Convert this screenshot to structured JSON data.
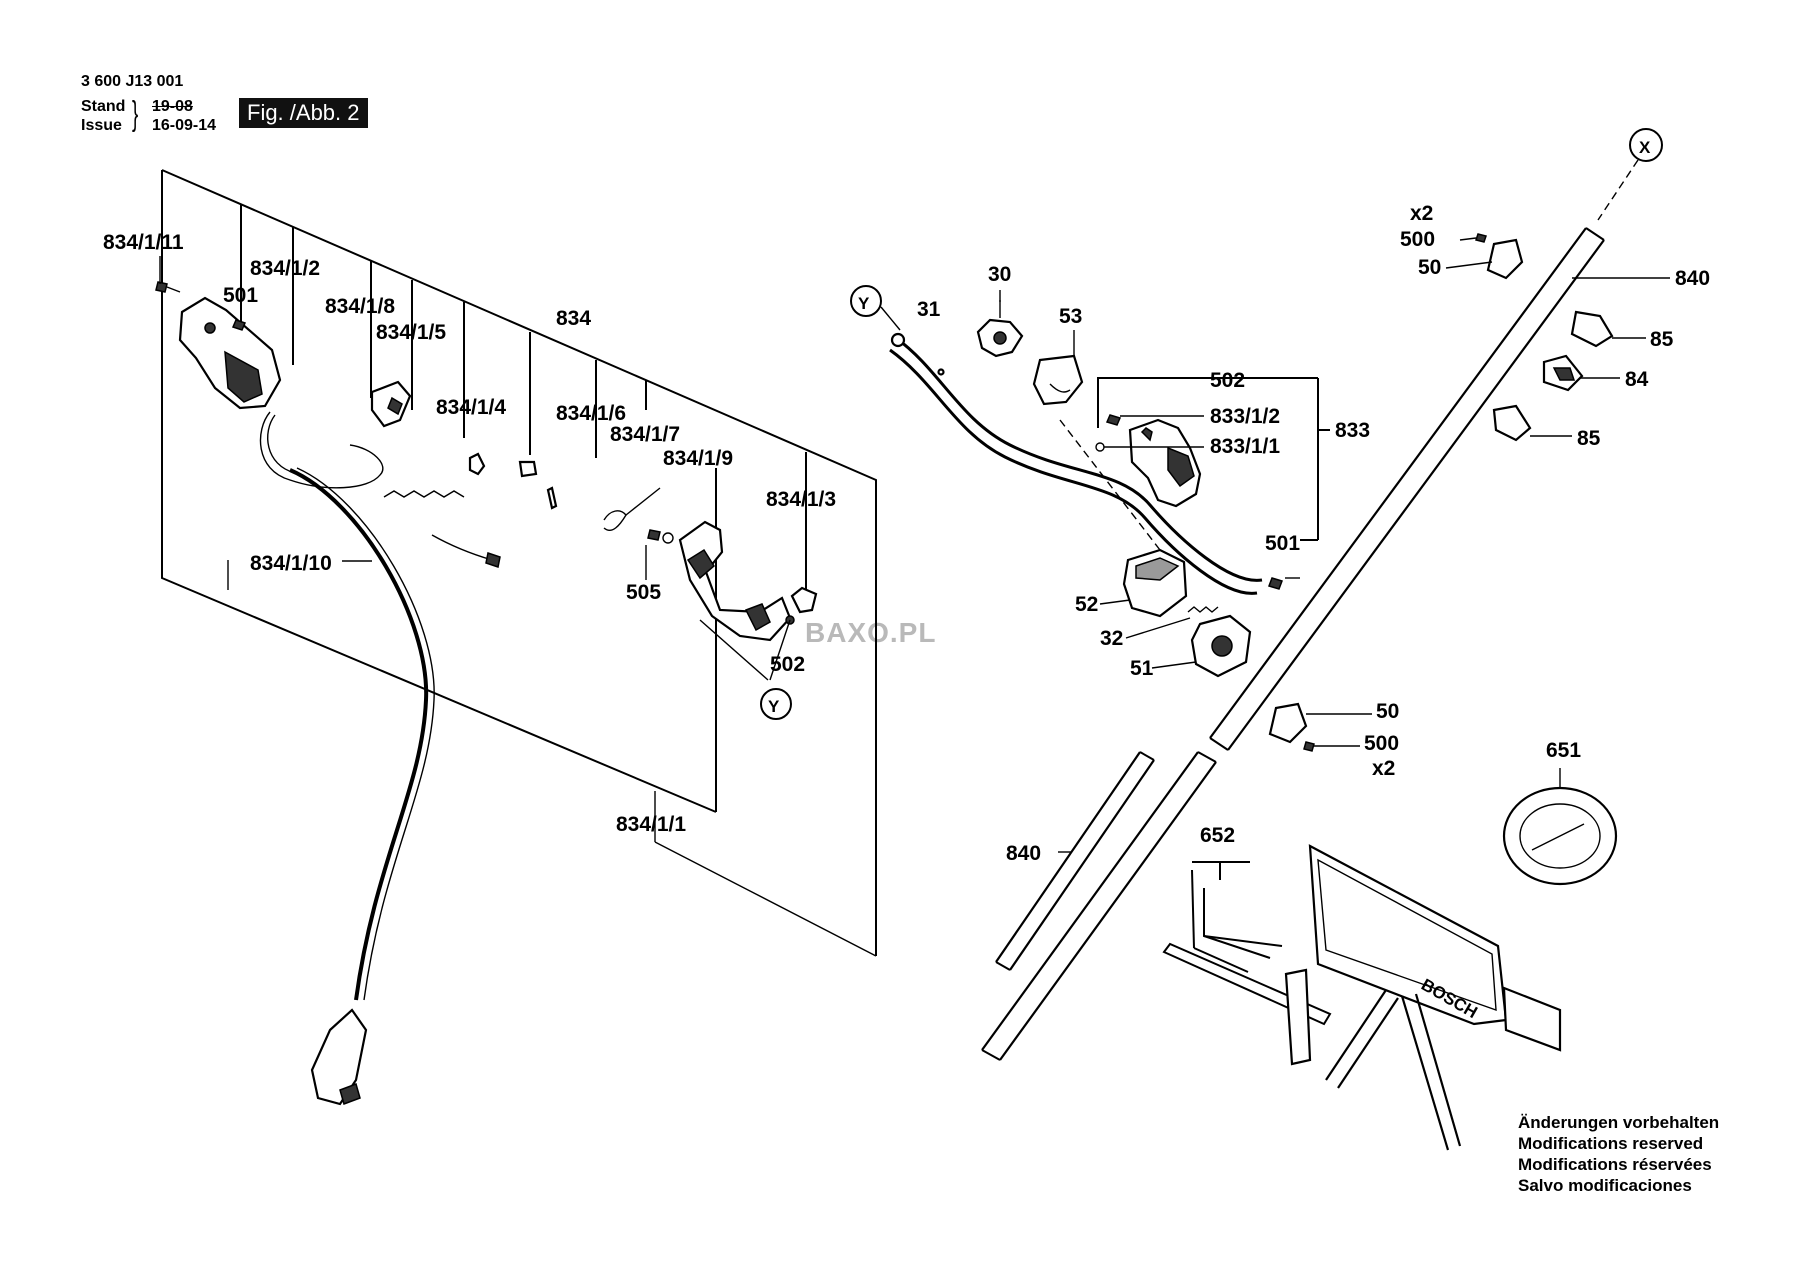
{
  "header": {
    "doc_number": "3 600 J13 001",
    "stand_label": "Stand",
    "issue_label": "Issue",
    "stand_value": "19-08",
    "issue_value": "16-09-14",
    "fig_label": "Fig. /Abb. 2"
  },
  "labels": {
    "p834_1_11": "834/1/11",
    "p501_a": "501",
    "p834_1_2": "834/1/2",
    "p834_1_8": "834/1/8",
    "p834_1_5": "834/1/5",
    "p834": "834",
    "p834_1_4": "834/1/4",
    "p834_1_6": "834/1/6",
    "p834_1_7": "834/1/7",
    "p834_1_9": "834/1/9",
    "p834_1_3": "834/1/3",
    "p834_1_10": "834/1/10",
    "p505": "505",
    "p502_a": "502",
    "p834_1_1": "834/1/1",
    "ref_y_a": "Y",
    "ref_y_b": "Y",
    "ref_x": "X",
    "p31": "31",
    "p30": "30",
    "p53": "53",
    "p502_b": "502",
    "p833_1_2": "833/1/2",
    "p833_1_1": "833/1/1",
    "p833": "833",
    "p501_b": "501",
    "p52": "52",
    "p32": "32",
    "p51": "51",
    "x2_top": "x2",
    "p500_top": "500",
    "p50_top": "50",
    "p840_top": "840",
    "p85_a": "85",
    "p84": "84",
    "p85_b": "85",
    "p50_bot": "50",
    "p500_bot": "500",
    "x2_bot": "x2",
    "p651": "651",
    "p652": "652",
    "p840_bot": "840",
    "brand_on_guard": "BOSCH"
  },
  "watermark": "BAXO.PL",
  "notes": [
    "Änderungen vorbehalten",
    "Modifications reserved",
    "Modifications réservées",
    "Salvo modificaciones"
  ]
}
